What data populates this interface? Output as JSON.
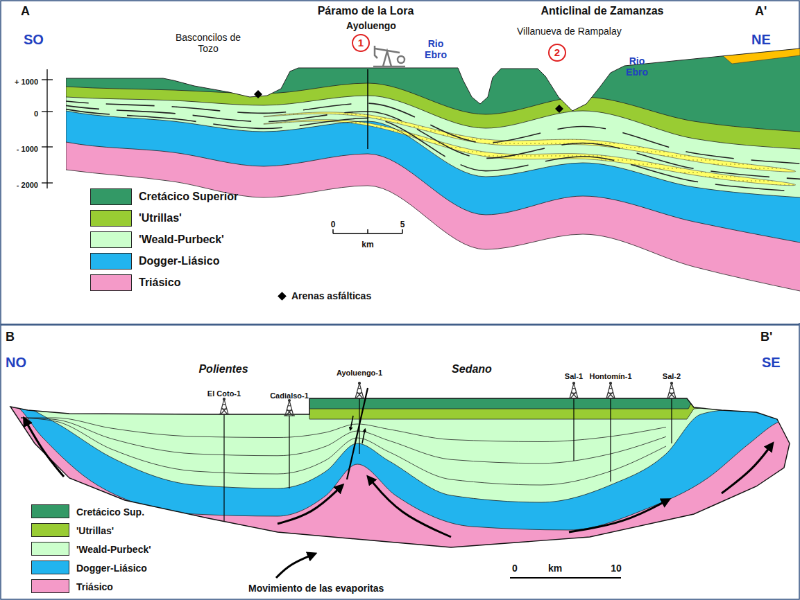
{
  "diagram": {
    "nodes": [
      {
        "text": [
          "1"
        ]
      },
      {
        "text": [
          "2"
        ]
      }
    ],
    "labels": [
      "A",
      "SO",
      "Páramo de la Lora",
      "Ayoluengo",
      "Anticlinal de Zamanzas",
      "A'",
      "NE",
      "Basconcilos de Tozo",
      "Rio Ebro",
      "Villanueva de Rampalay",
      "Rio Ebro",
      "+ 1000",
      "0",
      "- 1000",
      "- 2000",
      "0",
      "5",
      "km",
      "B",
      "NO",
      "Polientes",
      "Ayoluengo-1",
      "Sedano",
      "B'",
      "SE",
      "El Coto-1",
      "Cadialso-1",
      "Sal-1",
      "Hontomín-1",
      "Sal-2",
      "0",
      "km",
      "10",
      "Movimiento de las evaporitas"
    ],
    "legend": [
      {
        "text": "Cretácico Superior",
        "color": "#339966"
      },
      {
        "text": "'Utrillas'",
        "color": "#99cc33"
      },
      {
        "text": "'Weald-Purbeck'",
        "color": "#ccffcc"
      },
      {
        "text": "Dogger-Liásico",
        "color": "#22b4ee"
      },
      {
        "text": "Triásico",
        "color": "#f49ac8"
      },
      {
        "text": "Arenas asfálticas"
      },
      {
        "text": "Cretácico Sup.",
        "color": "#339966"
      },
      {
        "text": "'Utrillas'",
        "color": "#99cc33"
      },
      {
        "text": "'Weald-Purbeck'",
        "color": "#ccffcc"
      },
      {
        "text": "Dogger-Liásico",
        "color": "#22b4ee"
      },
      {
        "text": "Triásico",
        "color": "#f49ac8"
      }
    ]
  }
}
